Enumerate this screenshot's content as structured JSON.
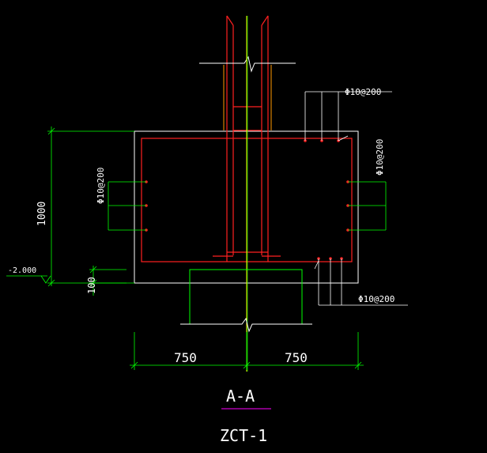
{
  "drawing": {
    "rebar_spec_top_right": "Φ10@200",
    "rebar_spec_right_side": "Φ10@200",
    "rebar_spec_left_side": "Φ10@200",
    "rebar_spec_bottom_right": "Φ10@200",
    "dim_height": "1000",
    "dim_cover": "100",
    "elevation": "-2.000",
    "dim_left": "750",
    "dim_right": "750",
    "section_label": "A-A",
    "member_label": "ZCT-1"
  },
  "colors": {
    "background": "#000000",
    "concrete_outline": "#ffffff",
    "rebar": "#ff2020",
    "dimension": "#00ff00",
    "axis": "#ffff00",
    "underline": "#cc00cc",
    "leader": "#ffffff"
  }
}
